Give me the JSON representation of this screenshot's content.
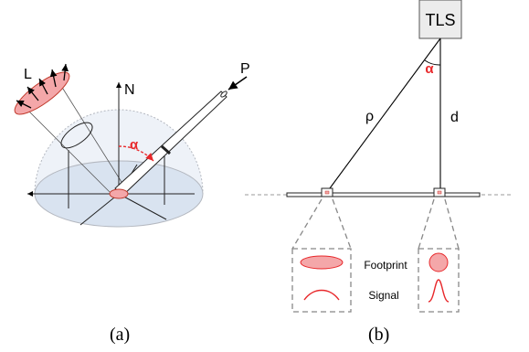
{
  "panel_a": {
    "caption": "(a)",
    "label_light": "L",
    "label_normal": "N",
    "label_probe": "P",
    "label_angle": "α"
  },
  "panel_b": {
    "caption": "(b)",
    "scanner_label": "TLS",
    "label_range": "ρ",
    "label_distance": "d",
    "label_angle": "α",
    "label_footprint": "Footprint",
    "label_signal": "Signal"
  },
  "colors": {
    "accent_red": "#e8282b",
    "footprint_fill": "#f4a7a9",
    "hemisphere_fill": "#dfe7f2",
    "scanner_fill": "#ececec"
  }
}
